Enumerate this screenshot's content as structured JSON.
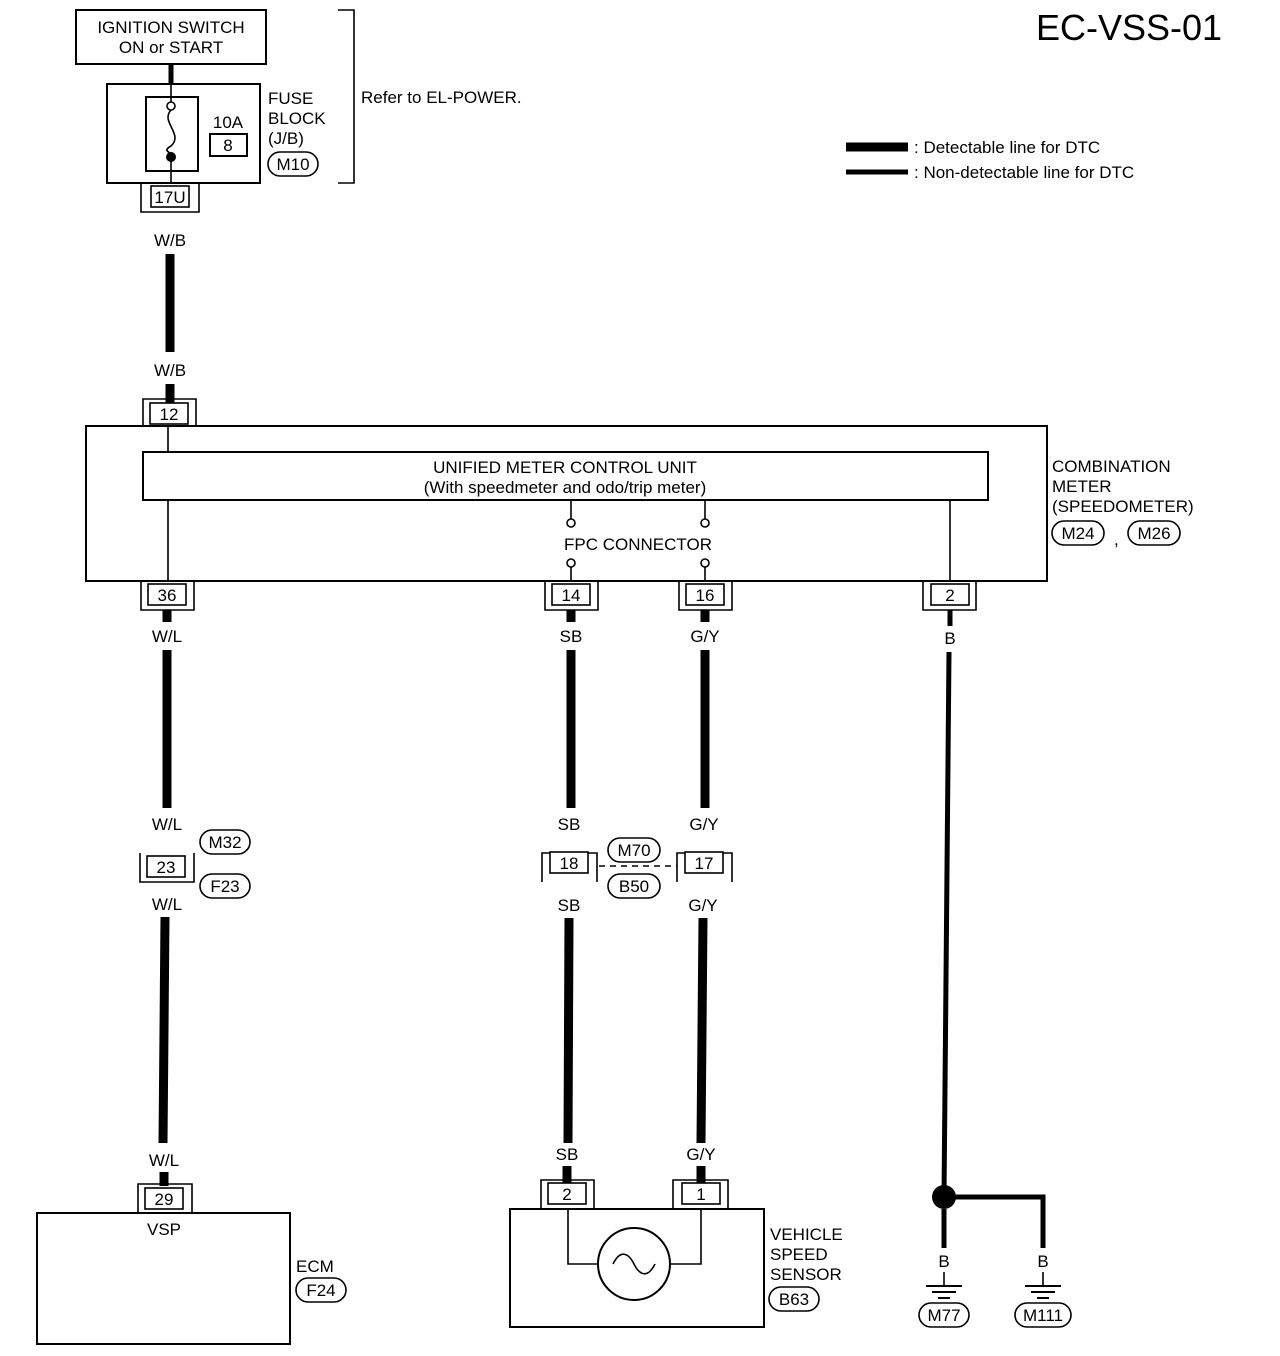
{
  "diagram_id": "EC-VSS-01",
  "legend": {
    "detectable": ": Detectable line for DTC",
    "non_detectable": ": Non-detectable line for DTC"
  },
  "ignition": {
    "line1": "IGNITION SWITCH",
    "line2": "ON or START"
  },
  "fuse_block": {
    "line1": "FUSE",
    "line2": "BLOCK",
    "line3": "(J/B)",
    "connector": "M10",
    "rating": "10A",
    "fuse_no": "8",
    "terminal": "17U",
    "refer": "Refer to EL-POWER."
  },
  "wires": {
    "wb_top": "W/B",
    "wb_bottom": "W/B",
    "wl_1": "W/L",
    "wl_2": "W/L",
    "wl_3": "W/L",
    "wl_4": "W/L",
    "sb_1": "SB",
    "sb_2": "SB",
    "sb_3": "SB",
    "sb_4": "SB",
    "gy_1": "G/Y",
    "gy_2": "G/Y",
    "gy_3": "G/Y",
    "gy_4": "G/Y",
    "b_1": "B",
    "b_2": "B",
    "b_3": "B"
  },
  "combination_meter": {
    "line1": "COMBINATION",
    "line2": "METER",
    "line3": "(SPEEDOMETER)",
    "conn1": "M24",
    "comma": ",",
    "conn2": "M26",
    "terminals": {
      "t12": "12",
      "t36": "36",
      "t14": "14",
      "t16": "16",
      "t2": "2"
    },
    "unit_line1": "UNIFIED METER CONTROL UNIT",
    "unit_line2": "(With speedmeter and odo/trip meter)",
    "fpc": "FPC CONNECTOR"
  },
  "joints": {
    "j23": "23",
    "j23_top": "M32",
    "j23_bottom": "F23",
    "j18": "18",
    "j17": "17",
    "j17_top": "M70",
    "j17_bottom": "B50"
  },
  "ecm": {
    "terminal": "29",
    "pin_name": "VSP",
    "label": "ECM",
    "connector": "F24"
  },
  "vss": {
    "line1": "VEHICLE",
    "line2": "SPEED",
    "line3": "SENSOR",
    "connector": "B63",
    "t2": "2",
    "t1": "1"
  },
  "grounds": {
    "g1": "M77",
    "g2": "M111"
  }
}
